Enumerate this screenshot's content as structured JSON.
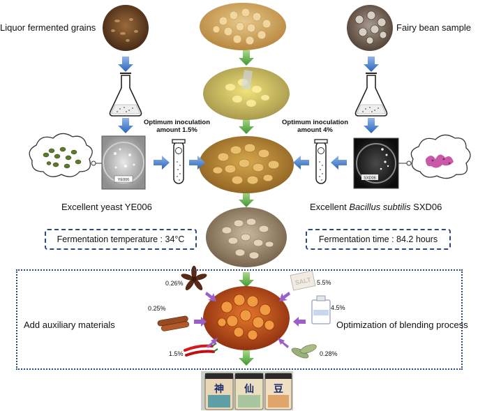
{
  "labels": {
    "liquor_grains": "Liquor fermented grains",
    "fairy_bean": "Fairy bean sample",
    "inoc_left": "Optimum inoculation\namount 1.5%",
    "inoc_right": "Optimum inoculation\namount 4%",
    "yeast": "Excellent yeast YE006",
    "bacillus_prefix": "Excellent ",
    "bacillus_italic": "Bacillus subtilis",
    "bacillus_suffix": " SXD06",
    "ferm_temp": "Fermentation temperature : 34°C",
    "ferm_time": "Fermentation time : 84.2 hours",
    "aux": "Add auxiliary materials",
    "blend": "Optimization of blending process",
    "dish_left": "YE006",
    "dish_right": "SXD06",
    "salt": "SALT",
    "jar_glyphs": [
      "神",
      "仙",
      "豆"
    ]
  },
  "percentages": {
    "star_anise": "0.26%",
    "cinnamon": "0.25%",
    "chili": "1.5%",
    "salt": "5.5%",
    "liquid": "4.5%",
    "bay_leaf": "0.28%"
  },
  "icons": {
    "grains": "liquor-grains-photo",
    "soybeans": "soybean-plate-photo",
    "fairy_bean": "fairy-bean-photo",
    "flask": "flask-icon",
    "tube": "test-tube-icon",
    "dish": "petri-dish-icon",
    "cloud": "microbe-cloud-icon",
    "arrow": "down-arrow-icon"
  },
  "colors": {
    "arrow_blue": "#3b78c8",
    "arrow_green": "#5fb346",
    "arrow_purple": "#9a5fc9",
    "box_border": "#2b4a7a"
  }
}
